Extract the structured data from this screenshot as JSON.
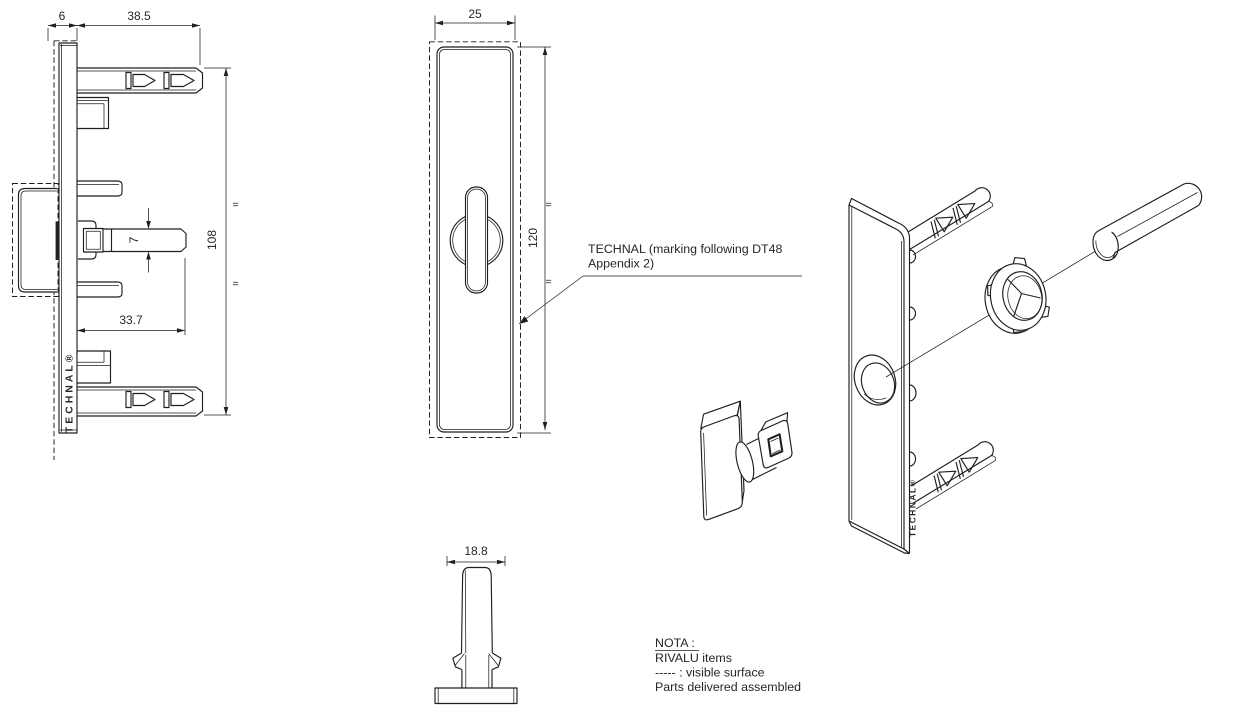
{
  "side_view": {
    "dim_plate_thickness": "6",
    "dim_clip_length": "38.5",
    "dim_shaft_square": "7",
    "dim_clip_spacing": "108",
    "dim_shaft_length": "33.7",
    "equal_upper": "=",
    "equal_lower": "=",
    "brand": "TECHNAL®"
  },
  "front_view": {
    "dim_width": "25",
    "dim_height": "120",
    "equal_upper": "=",
    "equal_lower": "="
  },
  "bottom_view": {
    "dim_width": "18.8"
  },
  "iso_view": {
    "brand": "TECHNAL®"
  },
  "annotation": {
    "line1": "TECHNAL (marking following DT48",
    "line2": "Appendix 2)"
  },
  "nota": {
    "title": "NOTA :",
    "items": [
      "RIVALU items",
      "----- : visible surface",
      "Parts delivered assembled"
    ]
  },
  "colors": {
    "line": "#1f1f23",
    "background": "#ffffff"
  }
}
